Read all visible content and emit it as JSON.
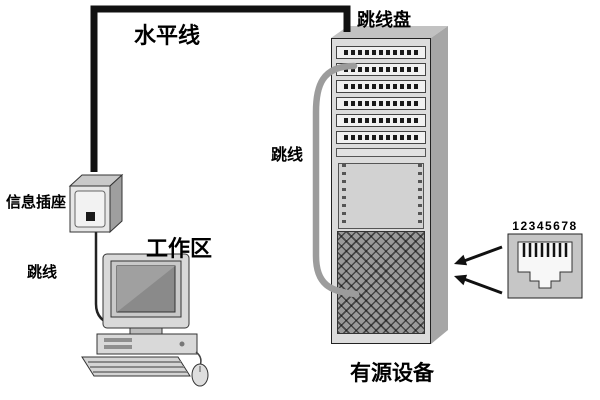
{
  "diagram": {
    "labels": {
      "horizontal_cable": "水平线",
      "patch_panel": "跳线盘",
      "patch_cord_mid": "跳线",
      "info_outlet": "信息插座",
      "patch_cord_left": "跳线",
      "work_area": "工作区",
      "active_equipment": "有源设备",
      "rj45_pins": "12345678"
    },
    "colors": {
      "background": "#ffffff",
      "cable_black": "#111111",
      "patch_cord_gray": "#9c9c9c",
      "rack_front": "#dcdcdc",
      "rack_side": "#a6a6a6",
      "text": "#000000"
    }
  }
}
